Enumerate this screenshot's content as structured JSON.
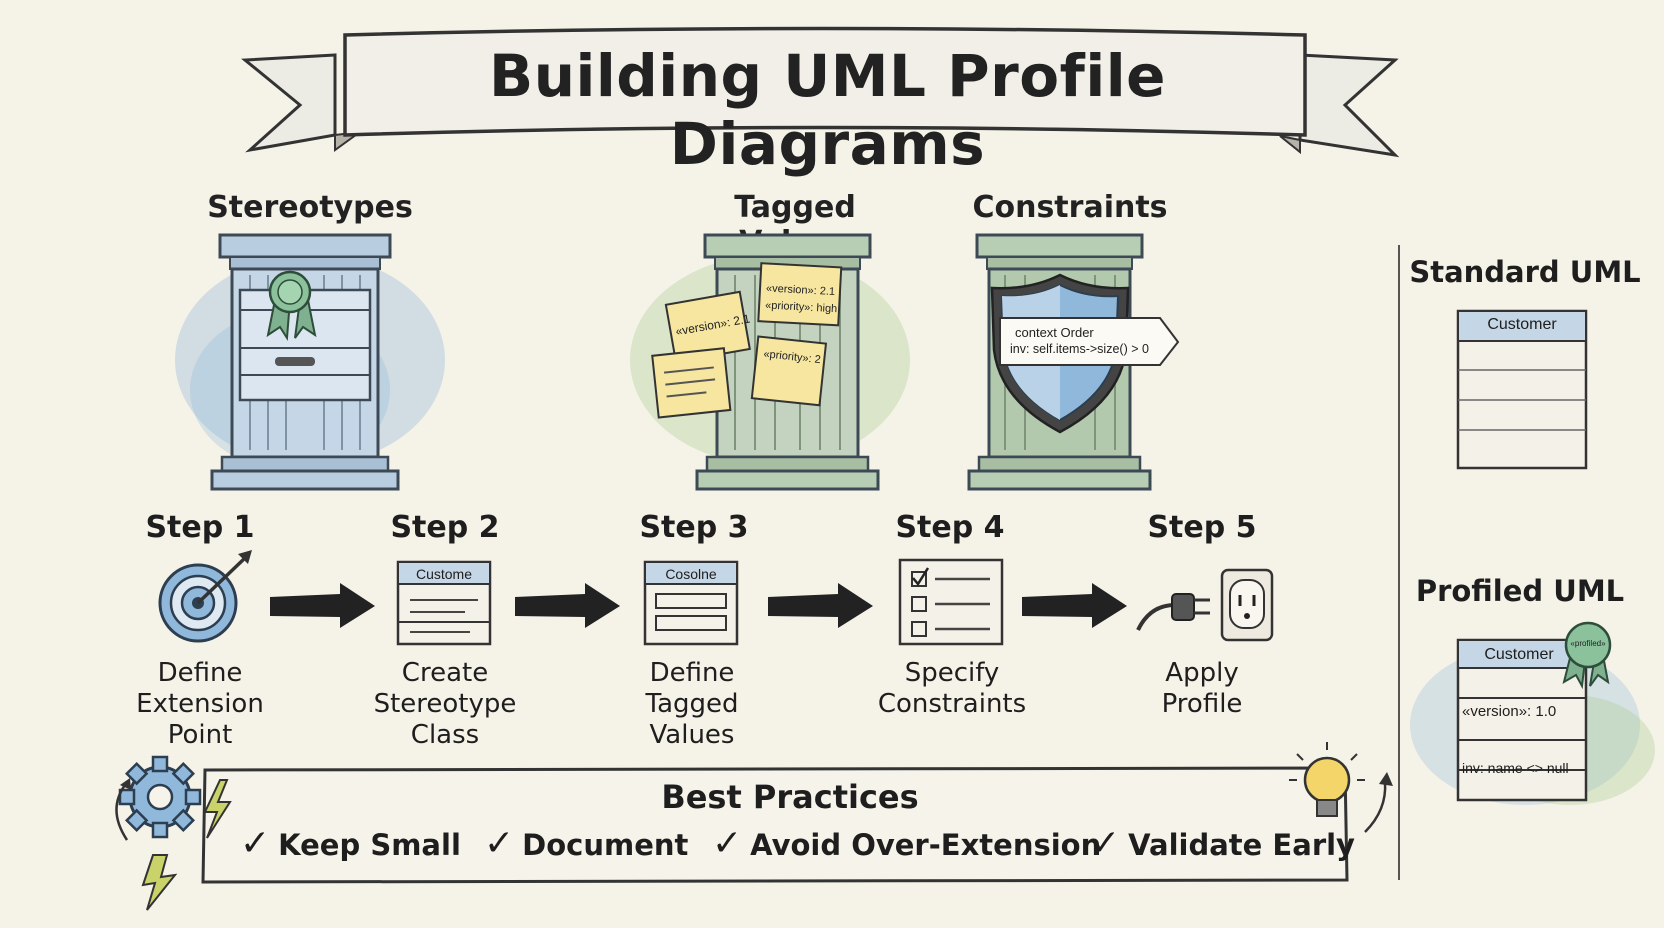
{
  "title": "Building UML Profile Diagrams",
  "pillars": [
    {
      "label": "Stereotypes"
    },
    {
      "label": "Tagged Values",
      "notes": [
        "«version»: 2.1",
        "«version»: 2.1",
        "«priority»: high",
        "«priority»: 2"
      ]
    },
    {
      "label": "Constraints",
      "callout_line1": "context Order",
      "callout_line2": "inv: self.items->size() > 0"
    }
  ],
  "steps": [
    {
      "label": "Step 1",
      "desc": [
        "Define",
        "Extension",
        "Point"
      ]
    },
    {
      "label": "Step 2",
      "desc": [
        "Create",
        "Stereotype",
        "Class"
      ],
      "card_header": "Custome"
    },
    {
      "label": "Step 3",
      "desc": [
        "Define",
        "Tagged",
        "Values"
      ],
      "card_header": "Cosolne"
    },
    {
      "label": "Step 4",
      "desc": [
        "Specify",
        "Constraints"
      ]
    },
    {
      "label": "Step 5",
      "desc": [
        "Apply",
        "Profile"
      ]
    }
  ],
  "best_practices": {
    "title": "Best Practices",
    "items": [
      "Keep Small",
      "Document",
      "Avoid Over-Extension",
      "Validate Early"
    ]
  },
  "comparison": {
    "standard": {
      "label": "Standard UML",
      "class_name": "Customer"
    },
    "profiled": {
      "label": "Profiled UML",
      "class_name": "Customer",
      "badge": "«profiled»",
      "tag": "«version»: 1.0",
      "constraint": "inv: name <> null"
    }
  },
  "colors": {
    "stereotype_blue": "#8fb8db",
    "tagged_green": "#a8cf93",
    "note_yellow": "#f6e6a0",
    "pillar_outline": "#3d4a55"
  }
}
